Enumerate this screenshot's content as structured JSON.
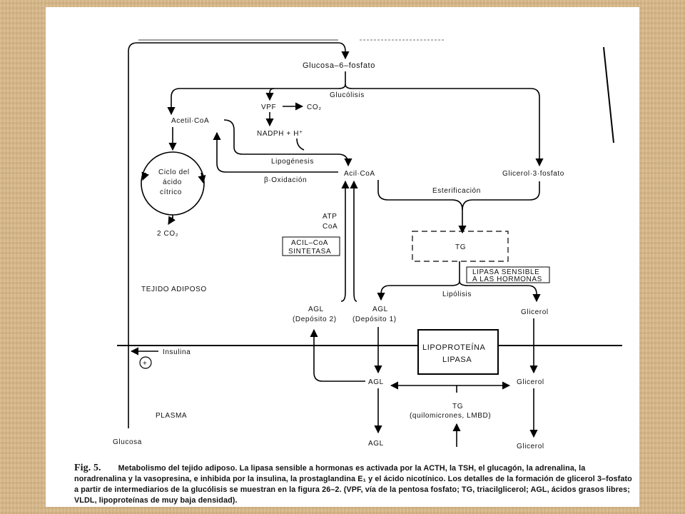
{
  "nodes": {
    "g6p": "Glucosa–6–fosfato",
    "glucolisis": "Glucólisis",
    "vpf": "VPF",
    "co2_top": "CO₂",
    "nadph": "NADPH + H⁺",
    "acetilcoa": "Acetil·CoA",
    "ciclo_1": "Ciclo del",
    "ciclo_2": "ácido",
    "ciclo_3": "cítrico",
    "co2_cycle": "2 CO₂",
    "lipogenesis": "Lipogénesis",
    "beta_ox": "β·Oxidación",
    "acilcoa": "Acil·CoA",
    "glicerol3p": "Glicerol·3·fosfato",
    "esterificacion": "Esterificación",
    "atp": "ATP",
    "coa": "CoA",
    "acil_sint_1": "ACIL–CoA",
    "acil_sint_2": "SINTETASA",
    "tg_tissue": "TG",
    "lipasa_hs_1": "LIPASA SENSIBLE",
    "lipasa_hs_2": "A LAS HORMONAS",
    "lipolisis": "Lipólisis",
    "tejido": "TEJIDO ADIPOSO",
    "agl2": "AGL",
    "dep2": "(Depósito 2)",
    "agl1": "AGL",
    "dep1": "(Depósito 1)",
    "glicerol_tissue": "Glicerol",
    "lpl_1": "LIPOPROTEÍNA",
    "lpl_2": "LIPASA",
    "insulina": "Insulina",
    "plus": "+",
    "agl_plasma": "AGL",
    "glicerol_plasma": "Glicerol",
    "tg_plasma": "TG",
    "quilo": "(quilomicrones, LMBD)",
    "plasma": "PLASMA",
    "glucosa": "Glucosa",
    "agl_bottom": "AGL",
    "glicerol_bottom": "Glicerol"
  },
  "caption": {
    "fig": "Fig. 5.",
    "text": "Metabolismo del tejido adiposo. La lipasa sensible a hormonas es activada por la ACTH, la TSH, el glucagón, la adrenalina, la noradrenalina y la vasopresina, e inhibida por la insulina, la prostaglandina E₁ y el ácido nicotínico. Los detalles de la formación de glicerol 3–fosfato a partir de intermediarios de la glucólisis se muestran en la figura 26–2. (VPF, vía de la pentosa fosfato; TG, triacilglicerol; AGL, ácidos grasos libres; VLDL, lipoproteínas de muy baja densidad)."
  }
}
